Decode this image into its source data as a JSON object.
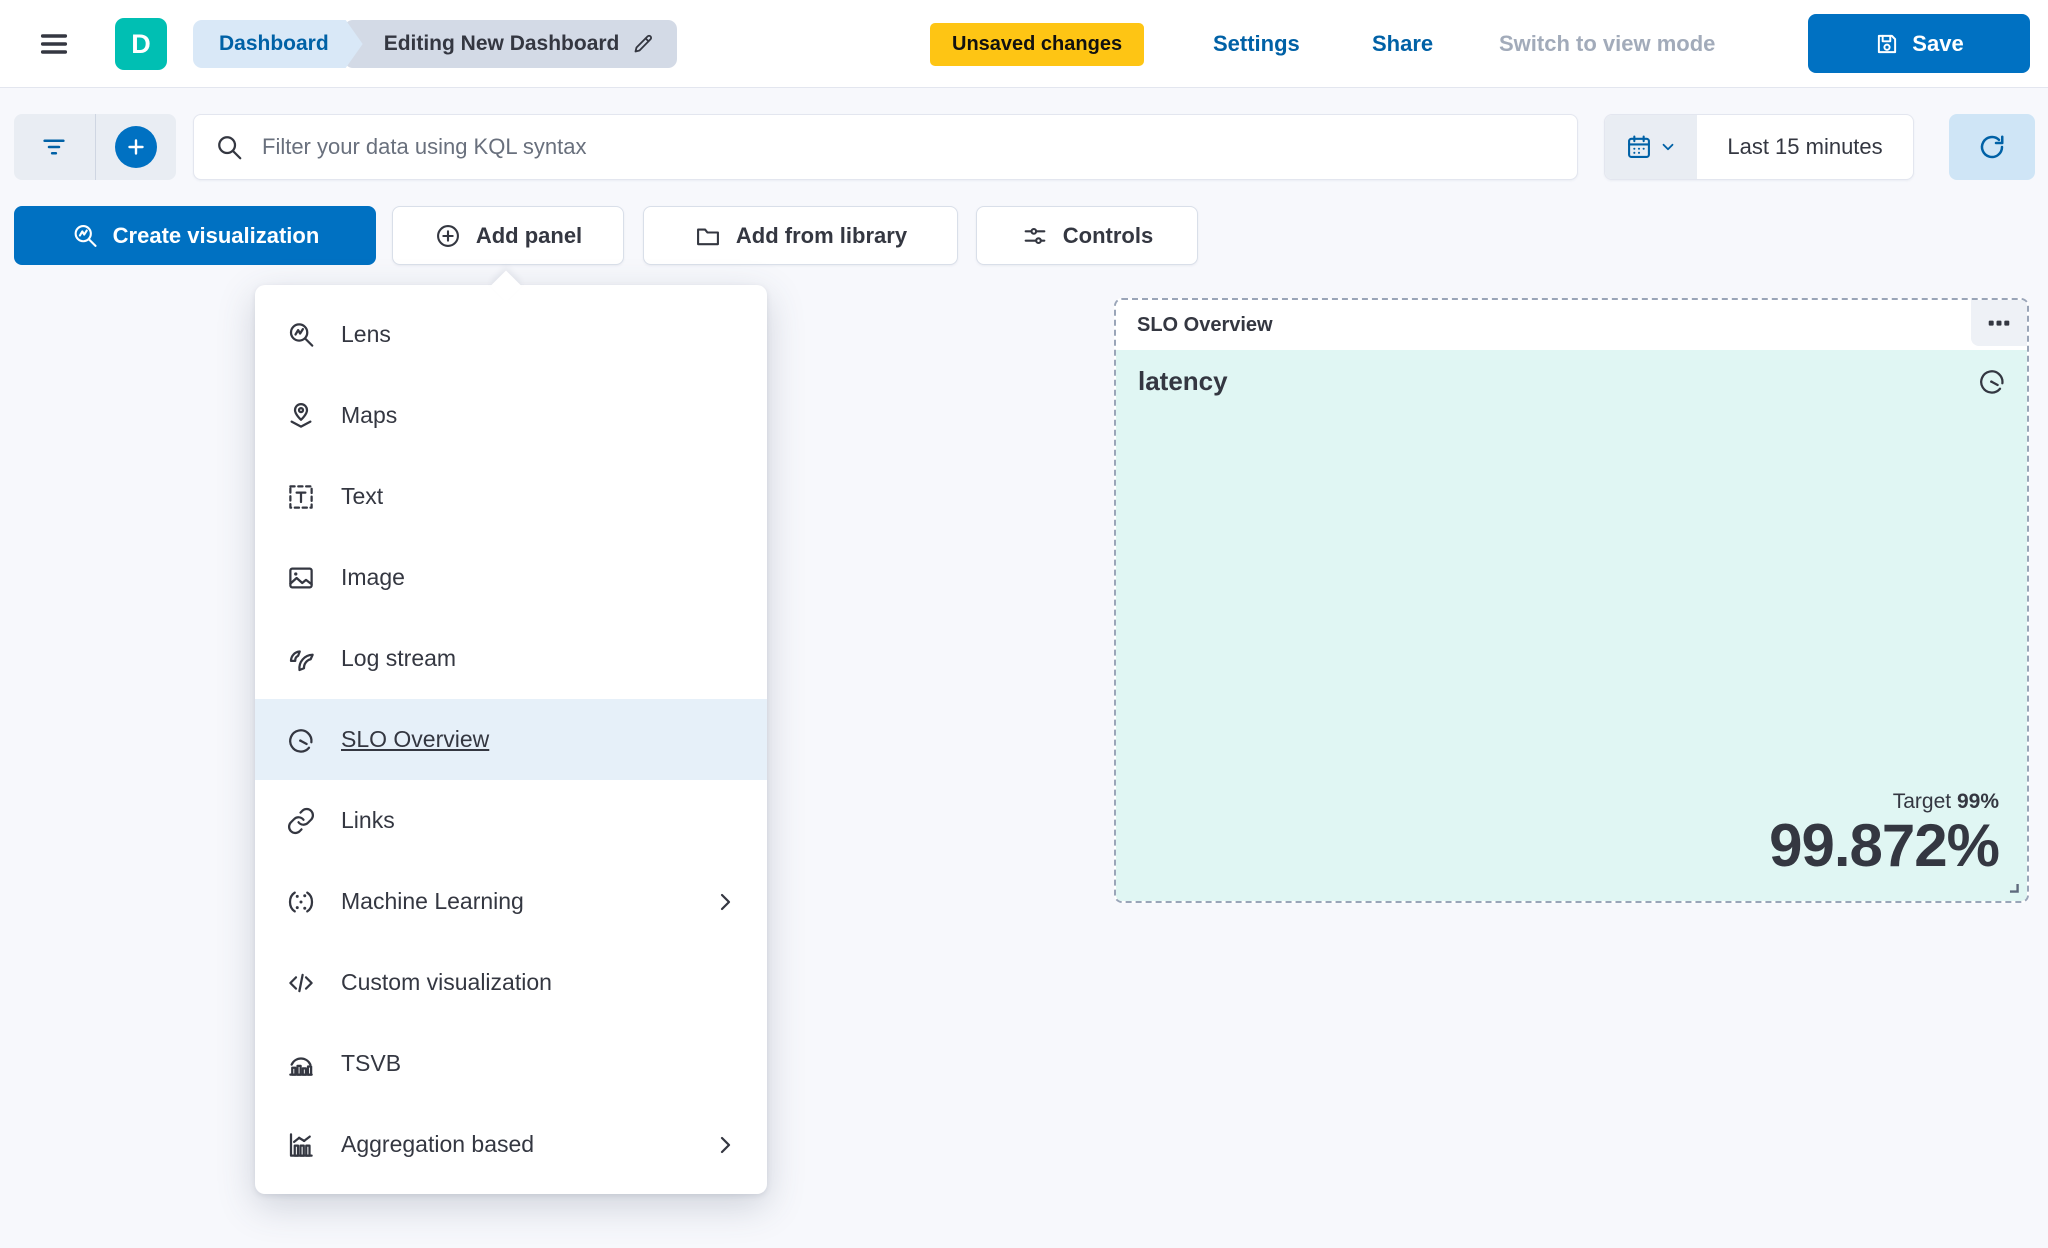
{
  "header": {
    "logo_letter": "D",
    "breadcrumb": {
      "root": "Dashboard",
      "current": "Editing New Dashboard"
    },
    "unsaved_badge": "Unsaved changes",
    "settings_label": "Settings",
    "share_label": "Share",
    "switch_view_label": "Switch to view mode",
    "save_label": "Save"
  },
  "filter_bar": {
    "search_placeholder": "Filter your data using KQL syntax",
    "time_range": "Last 15 minutes"
  },
  "toolbar": {
    "create_visualization_label": "Create visualization",
    "add_panel_label": "Add panel",
    "add_from_library_label": "Add from library",
    "controls_label": "Controls"
  },
  "menu": {
    "items": [
      {
        "label": "Lens",
        "icon": "lens-icon"
      },
      {
        "label": "Maps",
        "icon": "maps-icon"
      },
      {
        "label": "Text",
        "icon": "text-icon"
      },
      {
        "label": "Image",
        "icon": "image-icon"
      },
      {
        "label": "Log stream",
        "icon": "log-stream-icon"
      },
      {
        "label": "SLO Overview",
        "icon": "gauge-icon",
        "selected": true
      },
      {
        "label": "Links",
        "icon": "link-icon"
      },
      {
        "label": "Machine Learning",
        "icon": "machine-learning-icon",
        "has_submenu": true
      },
      {
        "label": "Custom visualization",
        "icon": "code-icon"
      },
      {
        "label": "TSVB",
        "icon": "tsvb-icon"
      },
      {
        "label": "Aggregation based",
        "icon": "aggregation-icon",
        "has_submenu": true
      }
    ]
  },
  "panel": {
    "title": "SLO Overview",
    "slo_name": "latency",
    "target_label": "Target",
    "target_value": "99%",
    "value": "99.872%"
  },
  "colors": {
    "accent_blue": "#0071c2",
    "link_blue": "#0061a6",
    "teal_logo": "#00bfb3",
    "warning_yellow": "#fec514",
    "panel_healthy_bg": "#e0f6f3",
    "menu_highlight": "#e6f0f9",
    "text_dark": "#343741",
    "muted_gray": "#a2abba"
  }
}
